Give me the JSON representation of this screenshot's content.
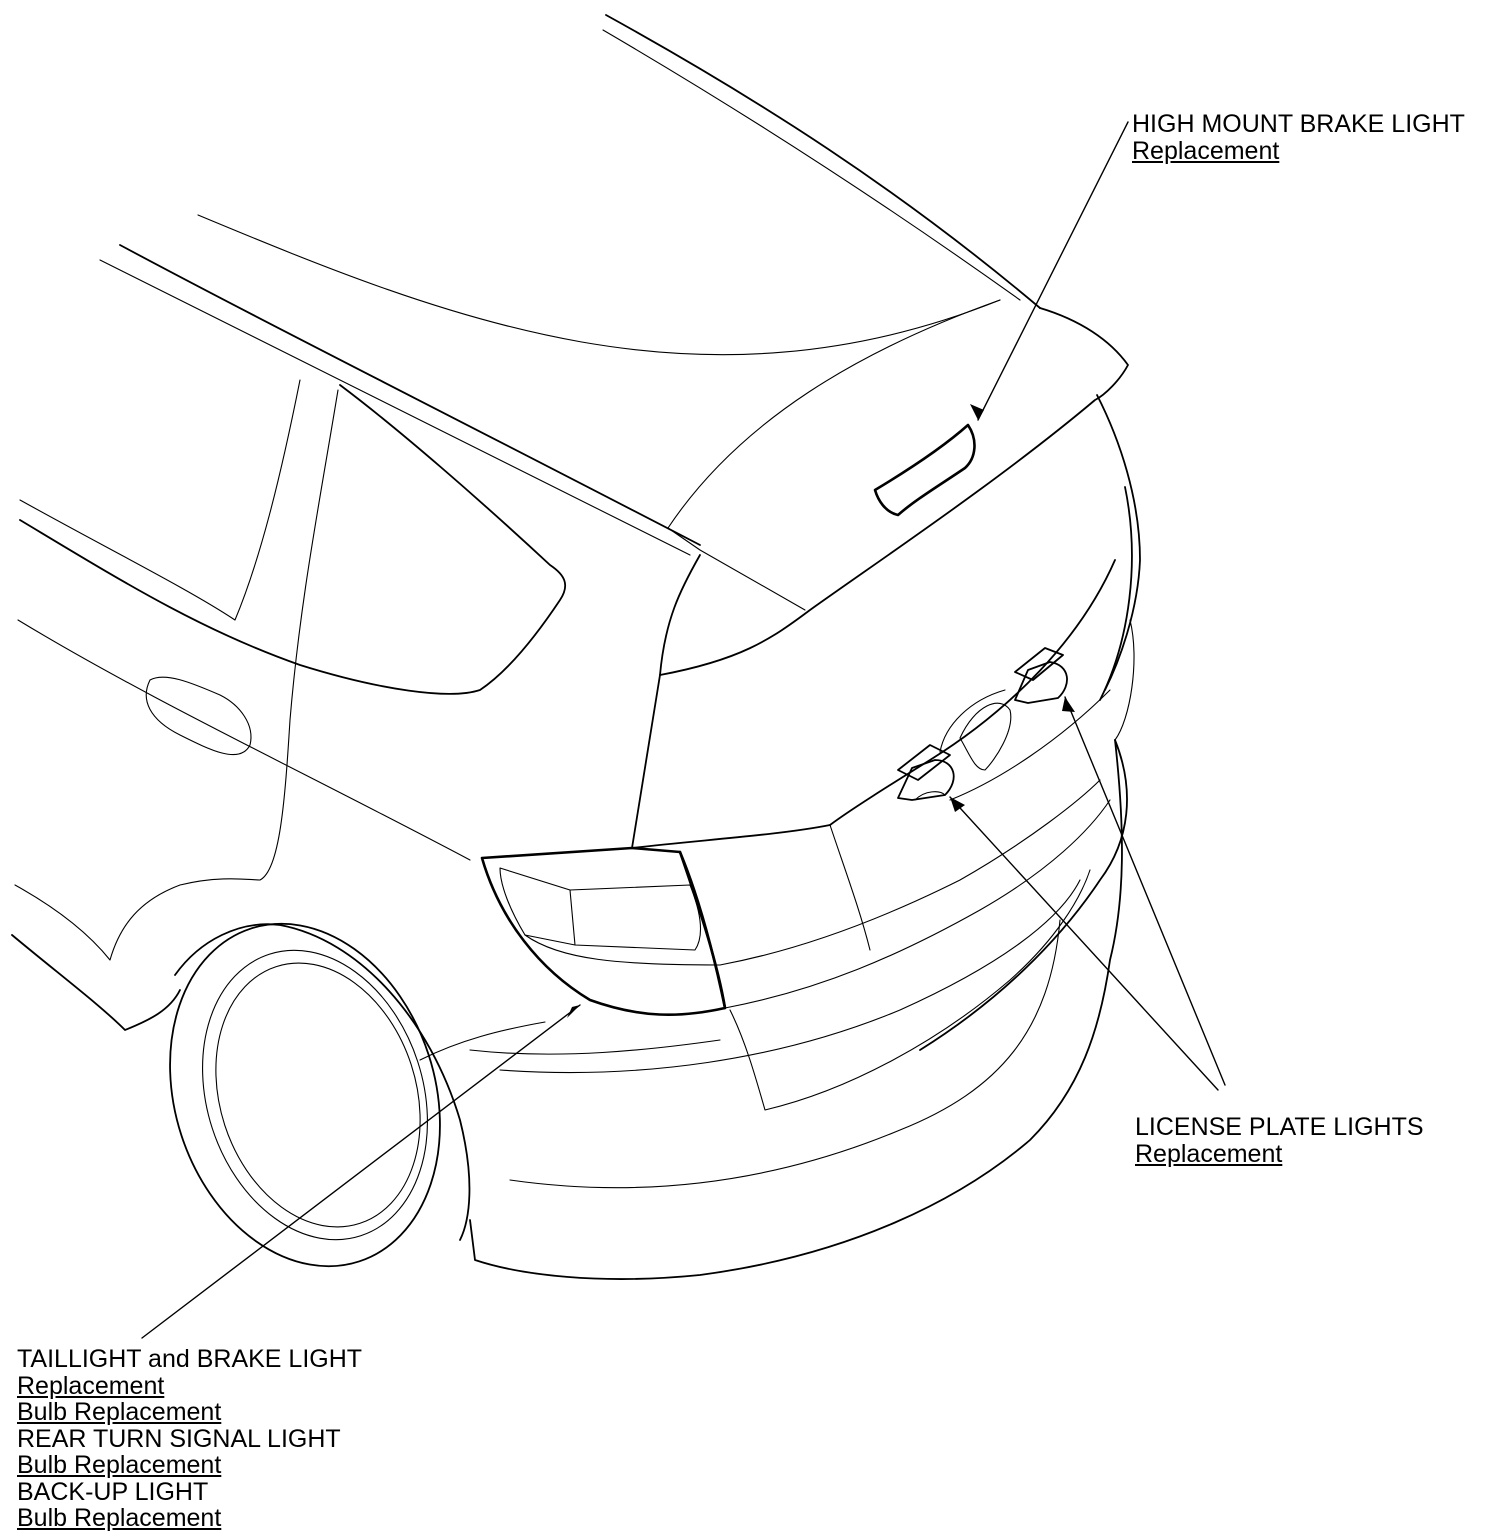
{
  "callouts": {
    "high_mount": {
      "title": "HIGH MOUNT BRAKE LIGHT",
      "link": "Replacement"
    },
    "license_plate": {
      "title": "LICENSE PLATE LIGHTS",
      "link": "Replacement"
    },
    "taillight": {
      "title": "TAILLIGHT and BRAKE LIGHT",
      "link1": "Replacement",
      "link2": "Bulb Replacement",
      "title2": "REAR TURN SIGNAL LIGHT",
      "link3": "Bulb Replacement",
      "title3": "BACK-UP LIGHT",
      "link4": "Bulb Replacement"
    }
  }
}
